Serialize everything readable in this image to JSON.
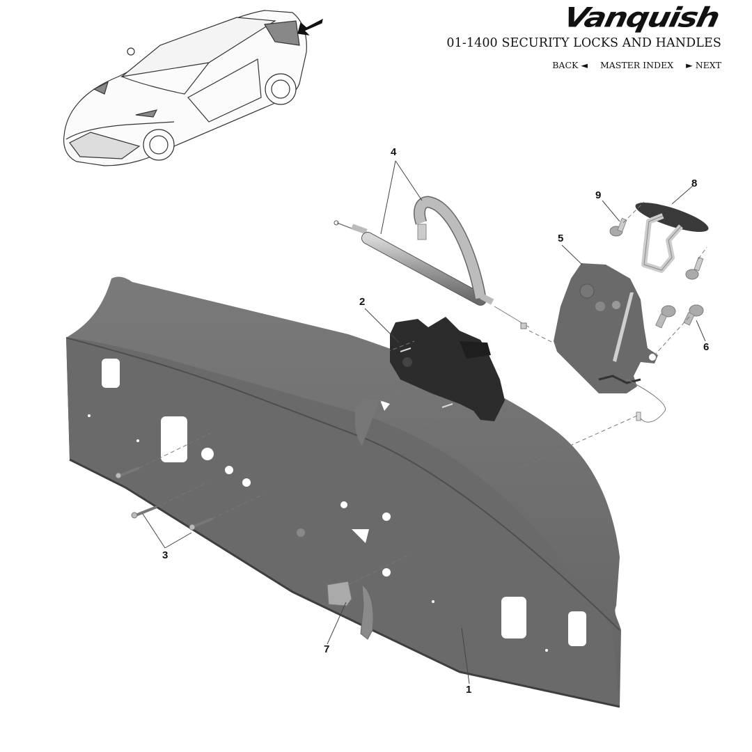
{
  "header": {
    "logo_text": "Vanquish",
    "title": "01-1400 SECURITY LOCKS AND HANDLES",
    "nav": {
      "back": "BACK ◄",
      "master_index": "MASTER INDEX",
      "next": "► NEXT"
    }
  },
  "diagram": {
    "overview_image": "vehicle-location-thumbnail",
    "callouts": [
      {
        "id": "1",
        "label": "1",
        "part": "rear-trim-panel"
      },
      {
        "id": "2",
        "label": "2",
        "part": "lock-actuator"
      },
      {
        "id": "3",
        "label": "3",
        "part": "screws"
      },
      {
        "id": "4",
        "label": "4",
        "part": "release-cable"
      },
      {
        "id": "5",
        "label": "5",
        "part": "boot-lock"
      },
      {
        "id": "6",
        "label": "6",
        "part": "lock-bolts"
      },
      {
        "id": "7",
        "label": "7",
        "part": "emergency-release-handle"
      },
      {
        "id": "8",
        "label": "8",
        "part": "striker"
      },
      {
        "id": "9",
        "label": "9",
        "part": "striker-bolts"
      }
    ]
  },
  "colors": {
    "panel": "#6b6b6b",
    "panel_dark": "#555555",
    "actuator": "#2a2a2a",
    "text": "#111111",
    "background": "#ffffff"
  }
}
